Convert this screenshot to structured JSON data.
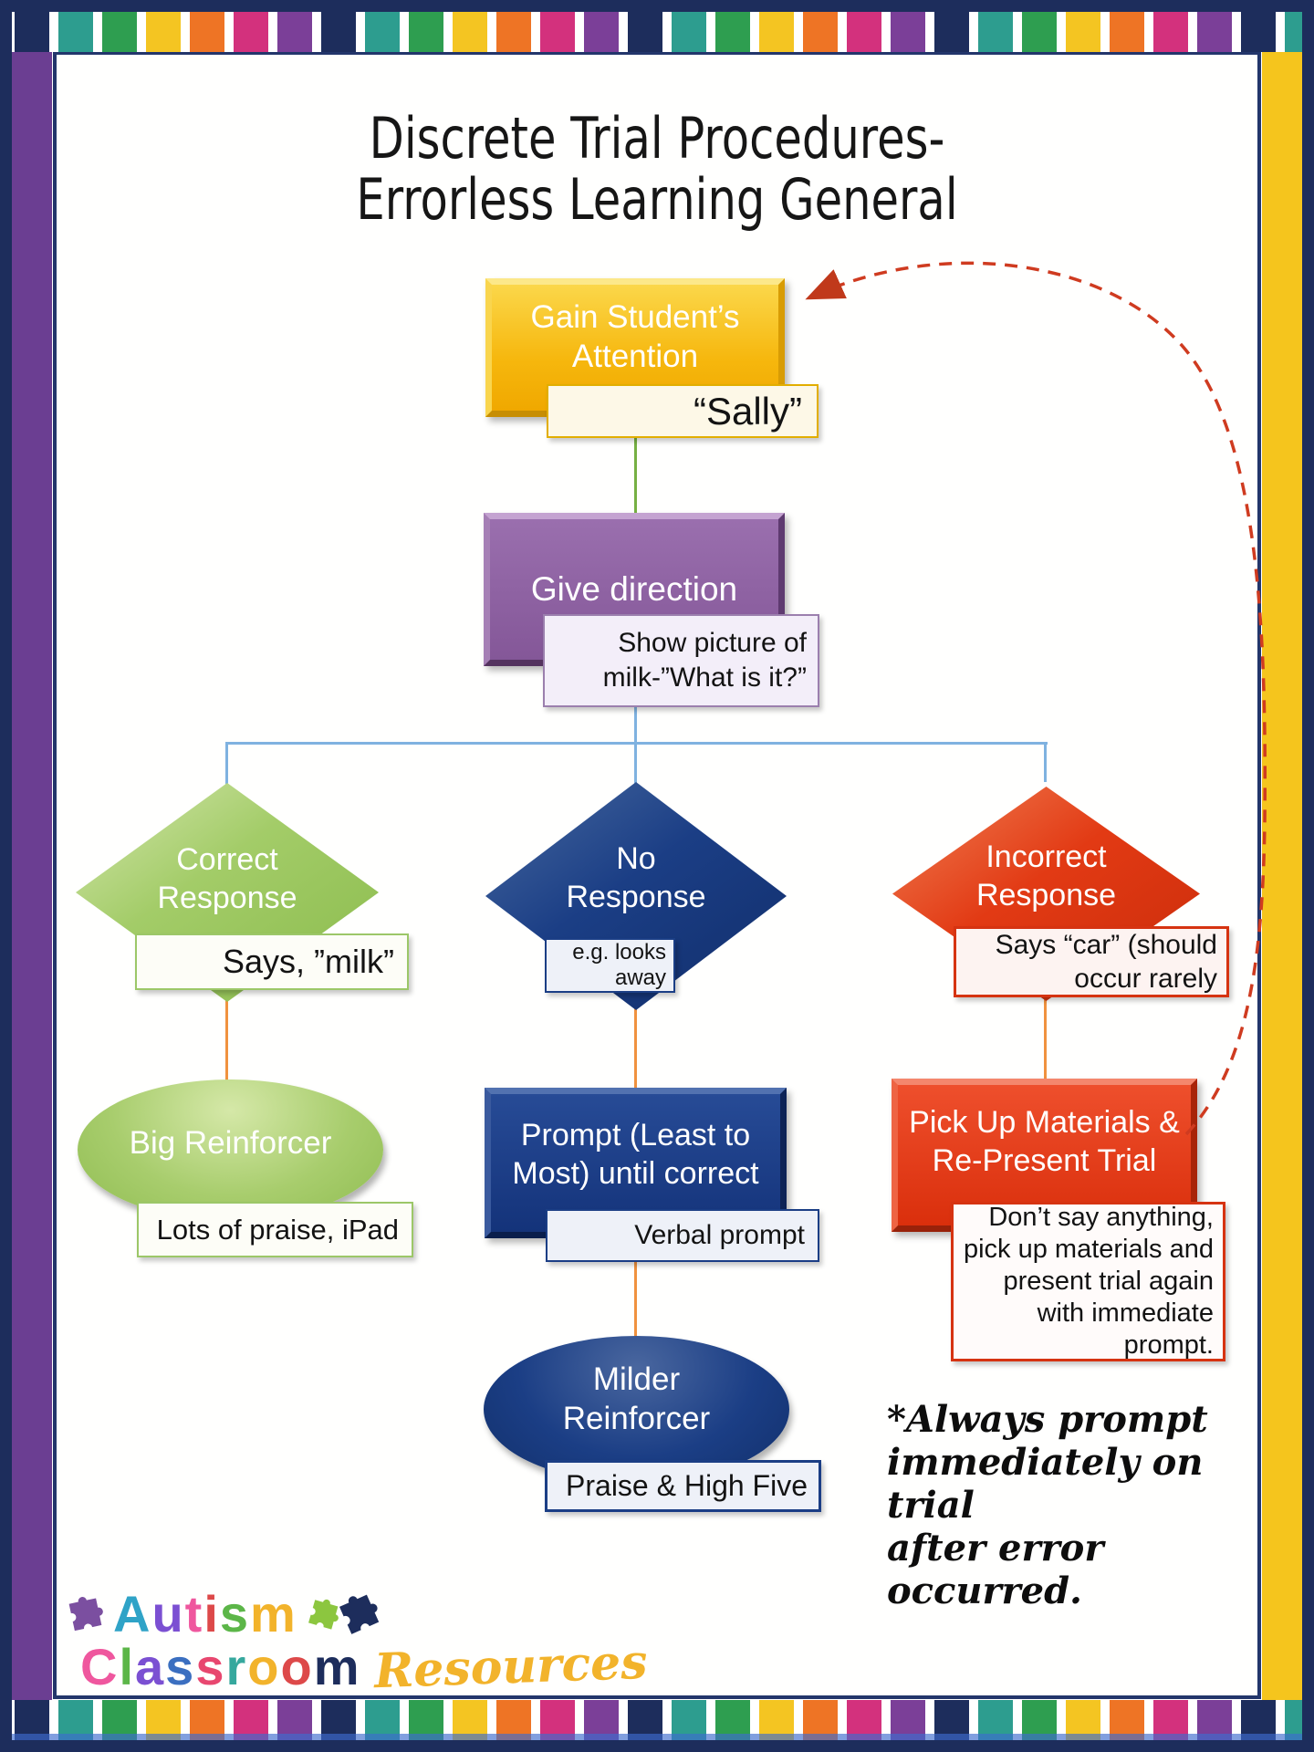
{
  "title": {
    "line1": "Discrete Trial Procedures-",
    "line2": "Errorless Learning General"
  },
  "flow": {
    "gain": {
      "label": "Gain Student’s\nAttention",
      "sublabel": "“Sally”"
    },
    "direction": {
      "label": "Give direction",
      "sublabel": "Show picture of\nmilk-”What is it?”"
    },
    "correct": {
      "label": "Correct\nResponse",
      "sublabel": "Says, ”milk”"
    },
    "no_response": {
      "label": "No\nResponse",
      "sublabel": "e.g. looks away"
    },
    "incorrect": {
      "label": "Incorrect\nResponse",
      "sublabel": "Says “car” (should\noccur rarely"
    },
    "big_reinforcer": {
      "label": "Big Reinforcer",
      "sublabel": "Lots of praise, iPad"
    },
    "prompt": {
      "label": "Prompt (Least to\nMost) until correct",
      "sublabel": "Verbal prompt"
    },
    "milder_reinforcer": {
      "label": "Milder\nReinforcer",
      "sublabel": "Praise & High Five"
    },
    "represent": {
      "label": "Pick Up Materials &\nRe-Present Trial",
      "sublabel": "Don’t say anything,\npick up materials and\npresent trial again\nwith immediate\nprompt."
    }
  },
  "note": {
    "text": "*Always prompt\nimmediately on trial\nafter error occurred."
  },
  "logo": {
    "autism": {
      "text": "Autism",
      "colors": [
        "#2fa3c7",
        "#7b50d2",
        "#ef579e",
        "#dd4949",
        "#5cb648",
        "#f2b32b"
      ]
    },
    "classroom": {
      "text": "Classroom",
      "colors": [
        "#ef579e",
        "#5cb648",
        "#7b50d2",
        "#3b6fc0",
        "#e8476f",
        "#36a89d",
        "#f2b32b",
        "#dd4949",
        "#1d2d5c"
      ]
    },
    "resources": {
      "text": "Resources",
      "color": "#f2b32b"
    }
  },
  "theme": {
    "stripe_colors": [
      "#1d2d5c",
      "#2d9d8f",
      "#2e9e50",
      "#f4c522",
      "#ee7425",
      "#d3317d",
      "#7b3f98"
    ],
    "frame_navy": "#1d2d5c",
    "side_purple": "#6b3e92",
    "side_yellow": "#f5c51d",
    "connector_green": "#76b043",
    "connector_blue": "#7fb2e0",
    "connector_orange": "#f0923f",
    "arrow_red": "#cf3b20"
  }
}
